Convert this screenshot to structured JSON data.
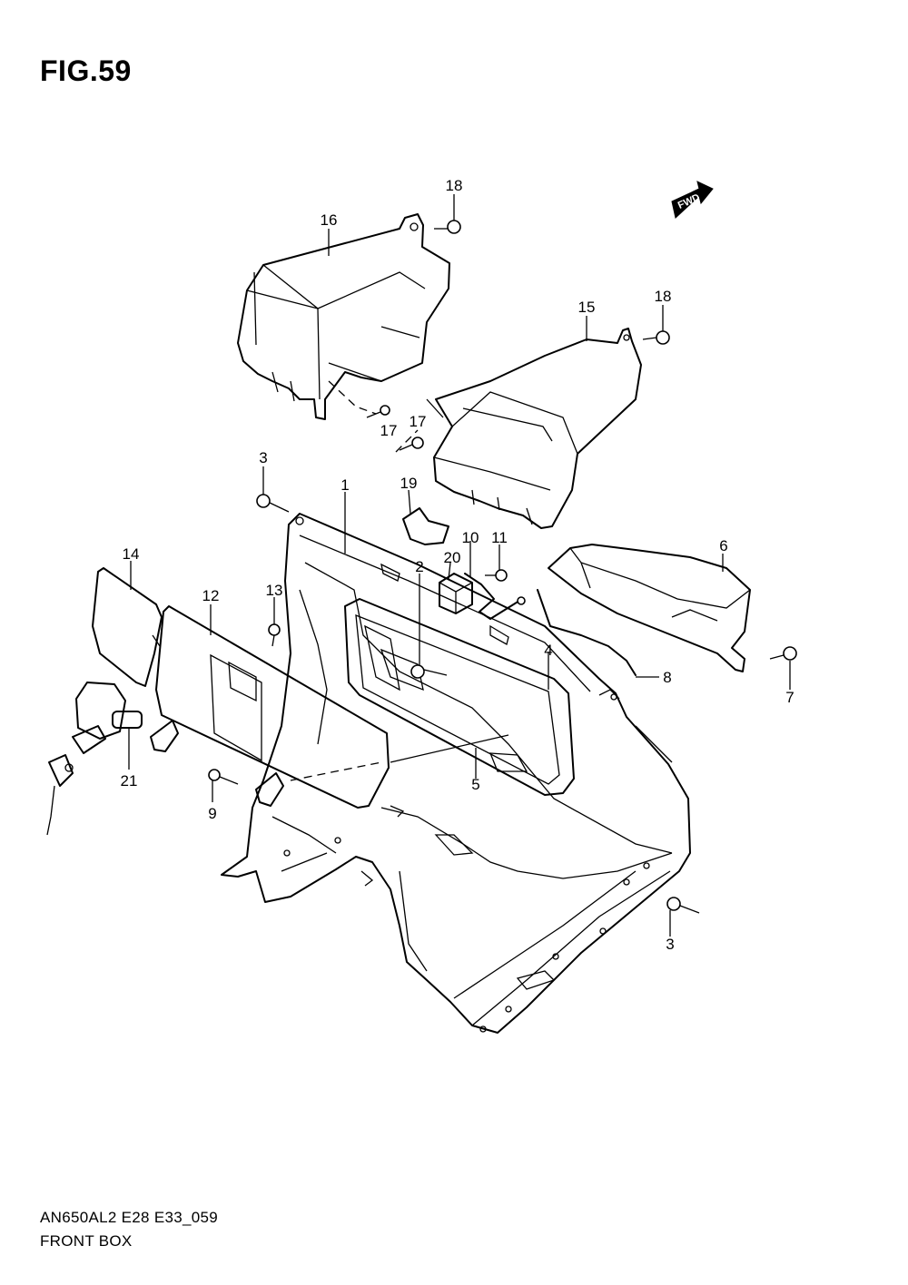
{
  "figure": {
    "title": "FIG.59",
    "fwd_label": "FWD"
  },
  "callouts": {
    "c1": "1",
    "c2": "2",
    "c3a": "3",
    "c3b": "3",
    "c4": "4",
    "c5": "5",
    "c6": "6",
    "c7": "7",
    "c8": "8",
    "c9": "9",
    "c10": "10",
    "c11": "11",
    "c12": "12",
    "c13": "13",
    "c14": "14",
    "c15": "15",
    "c16": "16",
    "c17a": "17",
    "c17b": "17",
    "c18a": "18",
    "c18b": "18",
    "c19": "19",
    "c20": "20",
    "c21": "21"
  },
  "caption": {
    "code": "AN650AL2 E28 E33_059",
    "name": "FRONT BOX"
  }
}
